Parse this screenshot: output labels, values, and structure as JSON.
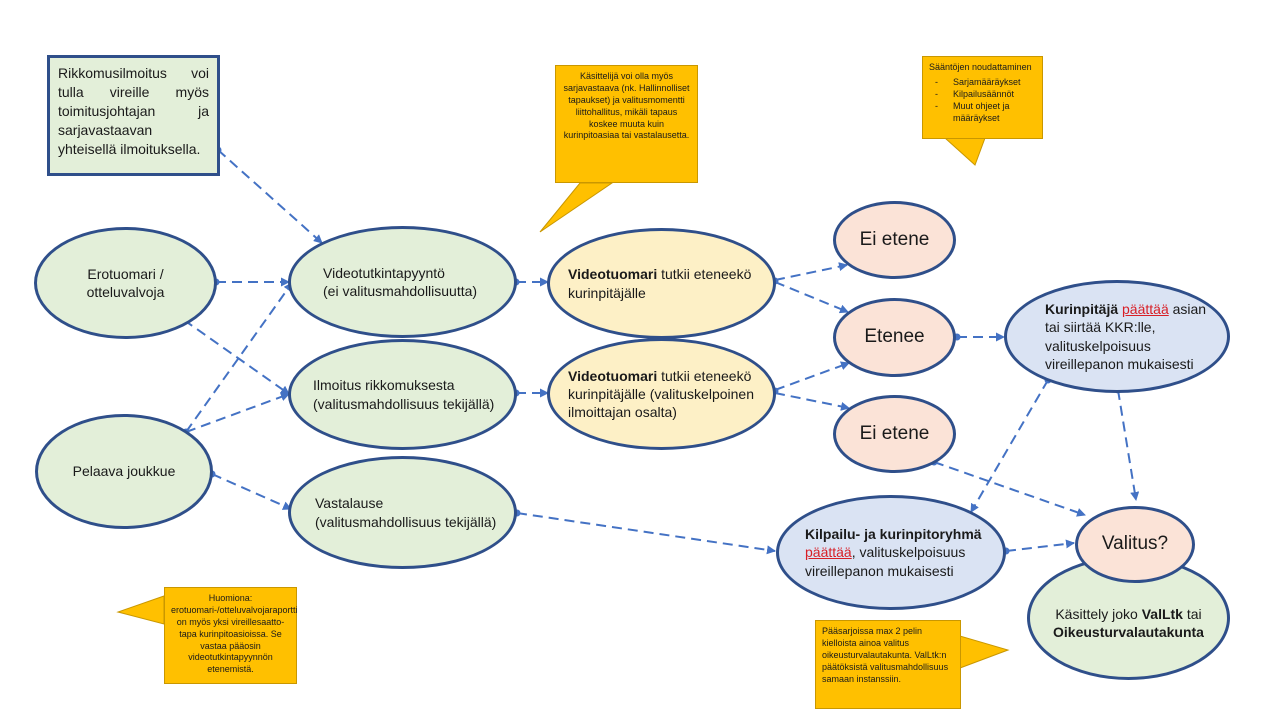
{
  "notes": {
    "top_box": "Rikkomusilmoitus voi tulla vireille myös toimitusjohtajan ja sarjavastaavan yhteisellä ilmoituksella."
  },
  "nodes": {
    "erotuomari": "Erotuomari  /\notteluvalvoja",
    "pelaava": "Pelaava joukkue",
    "videotutkinta": "Videotutkintapyyntö\n(ei valitusmahdollisuutta)",
    "ilmoitus": "Ilmoitus rikkomuksesta\n(valitusmahdollisuus tekijällä)",
    "vastalause": "Vastalause\n(valitusmahdollisuus tekijällä)",
    "videotuomari1": {
      "bold": "Videotuomari",
      "rest": " tutkii eteneekö kurinpitäjälle"
    },
    "videotuomari2": {
      "bold": "Videotuomari",
      "rest": " tutkii eteneekö kurinpitäjälle (valituskelpoinen ilmoittajan osalta)"
    },
    "ei_etene_1": "Ei etene",
    "etenee": "Etenee",
    "ei_etene_2": "Ei etene",
    "kurinpitaja": {
      "bold": "Kurinpitäjä",
      "red": "päättää",
      "rest": " asian tai siirtää KKR:lle, valituskelpoisuus vireillepanon mukaisesti"
    },
    "kkr": {
      "bold": "Kilpailu- ja kurinpitoryhmä",
      "red": "päättää",
      "rest": ", valituskelpoisuus vireillepanon mukaisesti"
    },
    "valitus": "Valitus?",
    "kasittely": {
      "pre": "Käsittely joko ",
      "bold1": "ValLtk",
      "mid": " tai ",
      "bold2": "Oikeusturvalautakunta"
    }
  },
  "callouts": {
    "kasittelija": "Käsittelijä voi olla myös sarjavastaava (nk. Hallinnolliset tapaukset) ja valitusmomentti liittohallitus, mikäli tapaus koskee muuta kuin kurinpitoasiaa tai vastalausetta.",
    "saannot_title": "Sääntöjen noudattaminen",
    "saannot_items": [
      "Sarjamääräykset",
      "Kilpailusäännöt",
      "Muut ohjeet ja määräykset"
    ],
    "huomiona": "Huomiona: erotuomari-/otteluvalvojaraportti on myös yksi vireillesaatto-tapa kurinpitoasioissa. Se vastaa pääosin videotutkintapyynnön etenemistä.",
    "paasarjoissa": "Pääsarjoissa max 2 pelin kielloista ainoa valitus oikeusturvalautakunta. ValLtk:n päätöksistä valitusmahdollisuus samaan instanssiin."
  },
  "colors": {
    "outline": "#2f4f8a",
    "arrow": "#4472c4",
    "green_fill": "#e3efd9",
    "yellow_fill": "#fdf0c6",
    "peach_fill": "#fbe3d7",
    "blue_fill": "#dae3f3",
    "callout_fill": "#ffc000",
    "decision_red": "#d81f26"
  }
}
